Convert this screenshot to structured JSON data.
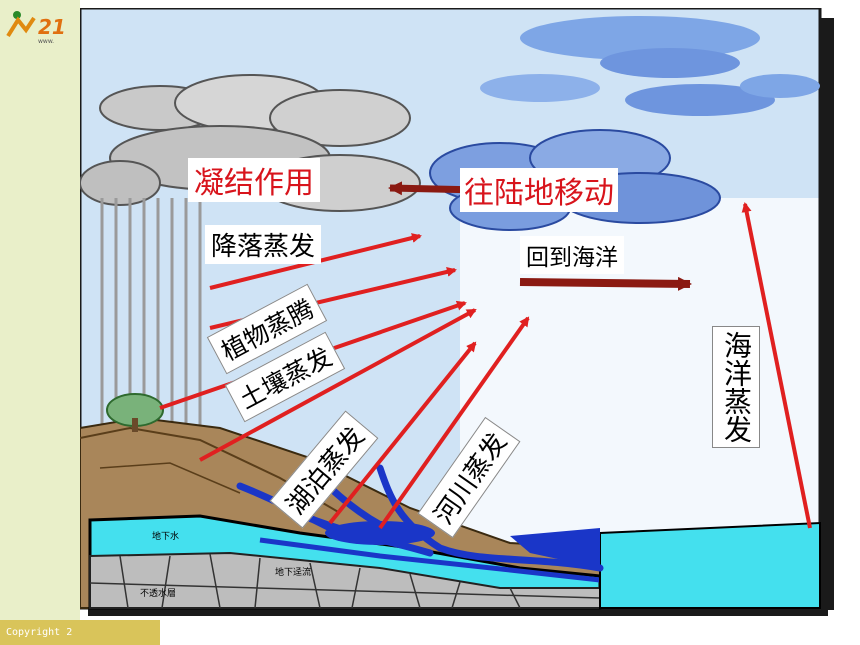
{
  "logo": {
    "text": "21"
  },
  "copyright": "Copyright 2",
  "labels": {
    "condensation": "凝结作用",
    "move_to_land": "往陆地移动",
    "precipitation_evaporation": "降落蒸发",
    "return_to_ocean": "回到海洋",
    "plant_transpiration": "植物蒸腾",
    "soil_evaporation": "土壤蒸发",
    "lake_evaporation": "湖泊蒸发",
    "river_evaporation": "河川蒸发",
    "ocean_evaporation": "海洋蒸发",
    "groundwater": "地下水",
    "underground_runoff": "地下迳流",
    "impermeable_layer": "不透水層"
  },
  "colors": {
    "arrow": "#e02020",
    "label_red": "#d8141c",
    "sky": "#cfe3f5",
    "cloud_blue": "#5b86d6",
    "groundwater": "#44e0ee",
    "soil": "#a9865a",
    "rock": "#bdbdbd"
  }
}
